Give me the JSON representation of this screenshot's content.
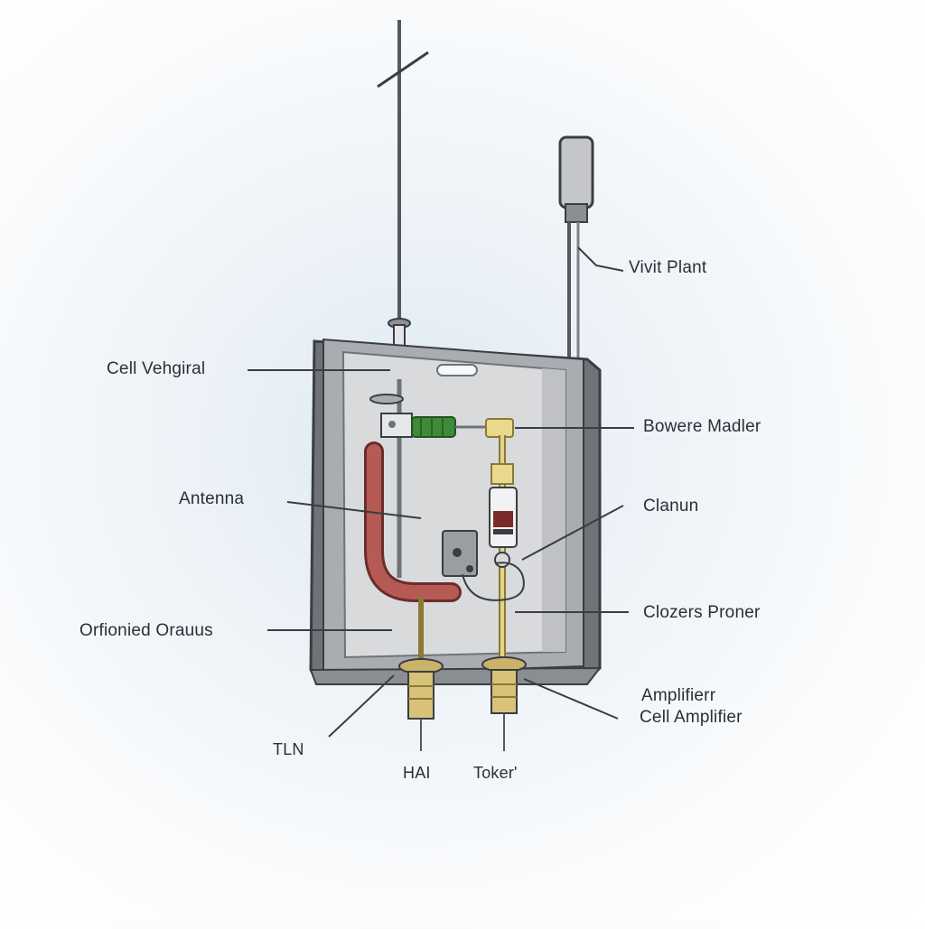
{
  "diagram": {
    "colors": {
      "housing": "#a9acb1",
      "housing_dark": "#6f7378",
      "panel": "#d9dadc",
      "red_pipe": "#b65a56",
      "green_coil": "#3f8a3a",
      "brass": "#c9b36a",
      "line": "#3a3d42"
    },
    "labels": {
      "cell_vehgiral": "Cell Vehgiral",
      "antenna": "Antenna",
      "orfionied_orauus": "Orfionied Orauus",
      "tln": "TLN",
      "hai": "HAI",
      "toker": "Toker'",
      "vivit_plant": "Vivit Plant",
      "bowere_madler": "Bowere Madler",
      "clanun": "Clanun",
      "clozers_proner": "Clozers Proner",
      "amplifierr": "Amplifierr",
      "cell_amplifier": "Cell Amplifier"
    }
  }
}
